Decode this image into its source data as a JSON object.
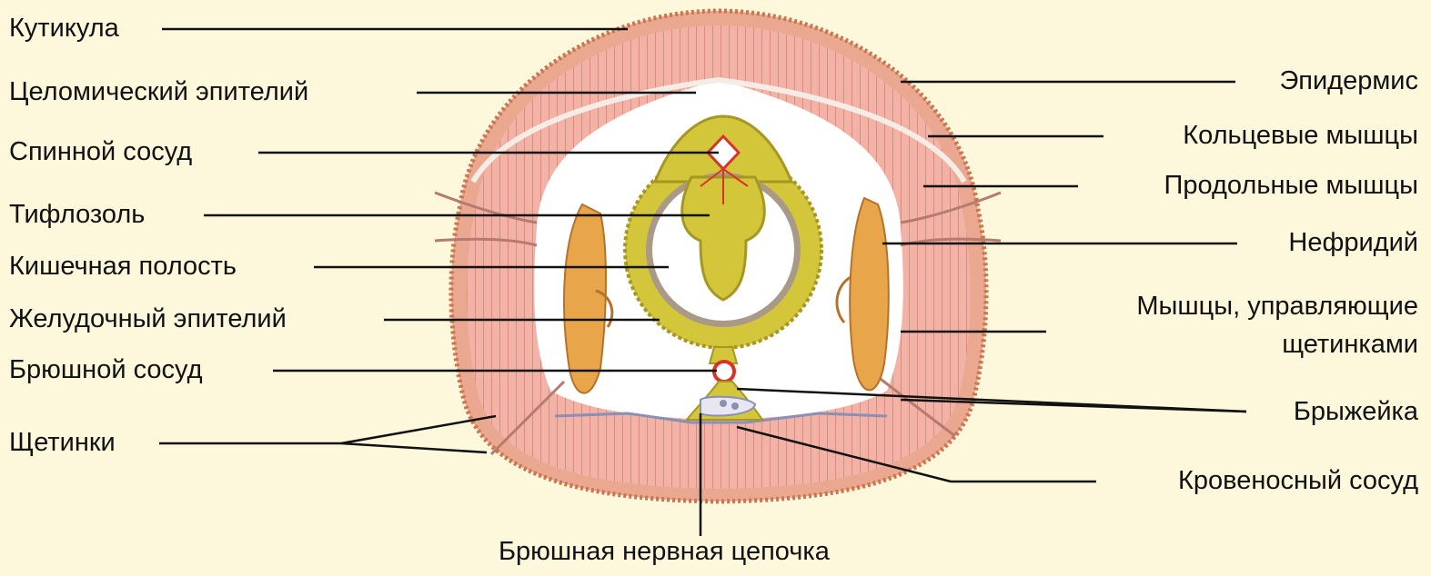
{
  "labels_left": [
    "Кутикула",
    "Целомический эпителий",
    "Спинной сосуд",
    "Тифлозоль",
    "Кишечная полость",
    "Желудочный эпителий",
    "Брюшной сосуд",
    "Щетинки"
  ],
  "labels_right": [
    "Эпидермис",
    "Кольцевые мышцы",
    "Продольные мышцы",
    "Нефридий",
    "Мышцы, управляющие",
    "щетинками",
    "Брыжейка",
    "Кровеносный сосуд"
  ],
  "label_bottom": "Брюшная нервная цепочка"
}
